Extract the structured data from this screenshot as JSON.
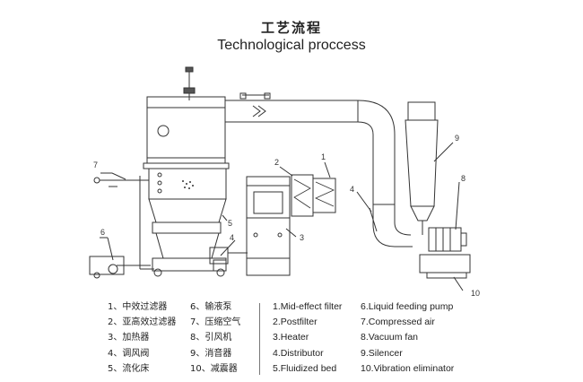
{
  "title_cn": "工艺流程",
  "title_en": "Technological proccess",
  "callouts": [
    "1",
    "2",
    "3",
    "4",
    "5",
    "6",
    "7",
    "8",
    "9",
    "10"
  ],
  "legend_cn_col1": [
    "1、中效过滤器",
    "2、亚高效过滤器",
    "3、加热器",
    "4、调风阀",
    "5、流化床"
  ],
  "legend_cn_col2": [
    "6、输液泵",
    "7、压缩空气",
    "8、引风机",
    "9、消音器",
    "10、减震器"
  ],
  "legend_en_col1": [
    "1.Mid-effect filter",
    "2.Postfilter",
    "3.Heater",
    "4.Distributor",
    "5.Fluidized bed"
  ],
  "legend_en_col2": [
    "6.Liquid feeding pump",
    "7.Compressed air",
    "8.Vacuum fan",
    "9.Silencer",
    "10.Vibration eliminator"
  ]
}
